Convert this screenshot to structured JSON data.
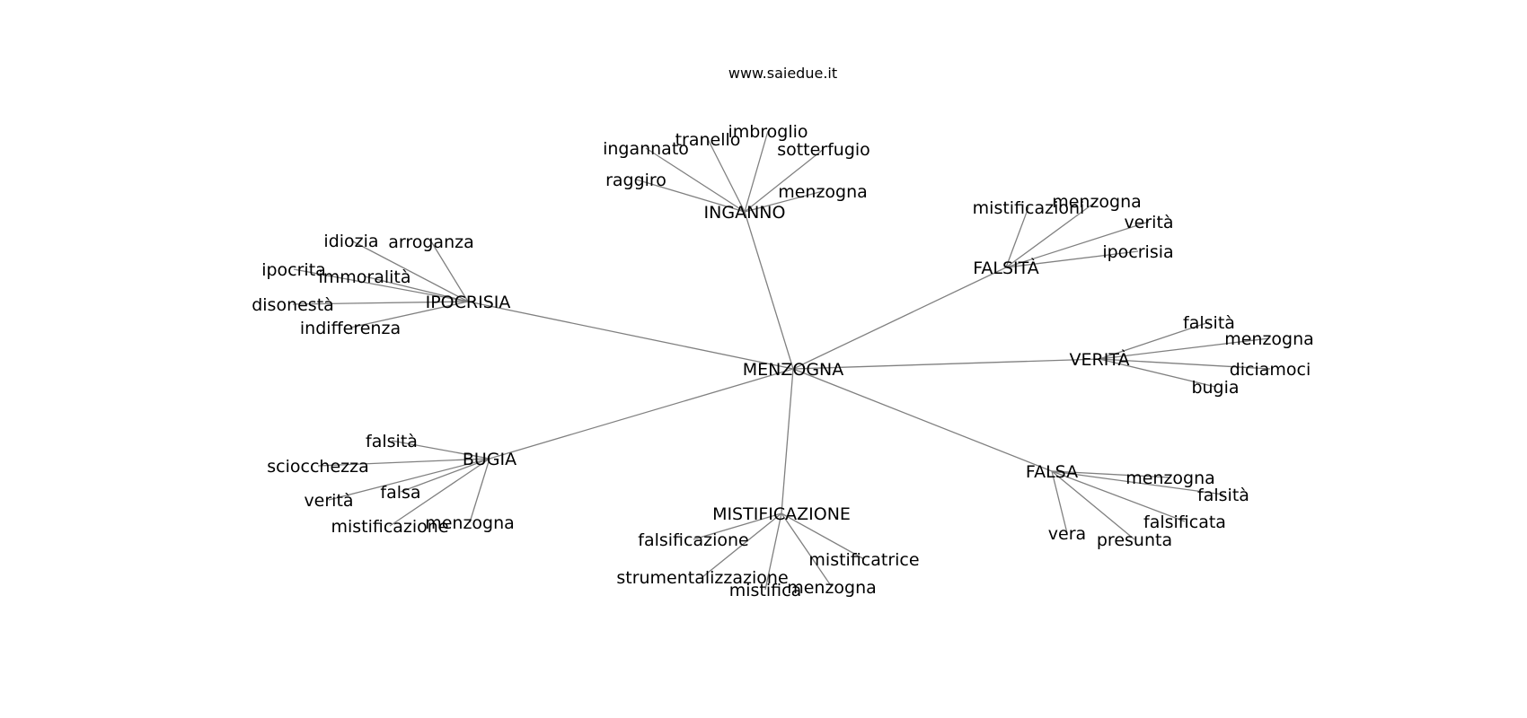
{
  "site": "www.saiedue.it",
  "graph": {
    "center": "MENZOGNA",
    "clusters": [
      {
        "id": "inganno",
        "label": "INGANNO",
        "leaves": [
          "ingannato",
          "tranello",
          "imbroglio",
          "sotterfugio",
          "raggiro",
          "menzogna"
        ]
      },
      {
        "id": "falsita",
        "label": "FALSITÀ",
        "leaves": [
          "mistificazioni",
          "menzogna",
          "verità",
          "ipocrisia"
        ]
      },
      {
        "id": "ipocrisia",
        "label": "IPOCRISIA",
        "leaves": [
          "idiozia",
          "arroganza",
          "ipocrita",
          "immoralità",
          "disonestà",
          "indifferenza"
        ]
      },
      {
        "id": "verita",
        "label": "VERITÀ",
        "leaves": [
          "falsità",
          "menzogna",
          "diciamoci",
          "bugia"
        ]
      },
      {
        "id": "bugia",
        "label": "BUGIA",
        "leaves": [
          "falsità",
          "sciocchezza",
          "verità",
          "falsa",
          "mistificazione",
          "menzogna"
        ]
      },
      {
        "id": "mistificazione",
        "label": "MISTIFICAZIONE",
        "leaves": [
          "falsificazione",
          "strumentalizzazione",
          "mistifica",
          "menzogna",
          "mistificatrice"
        ]
      },
      {
        "id": "falsa",
        "label": "FALSA",
        "leaves": [
          "menzogna",
          "falsità",
          "falsificata",
          "presunta",
          "vera"
        ]
      }
    ]
  }
}
